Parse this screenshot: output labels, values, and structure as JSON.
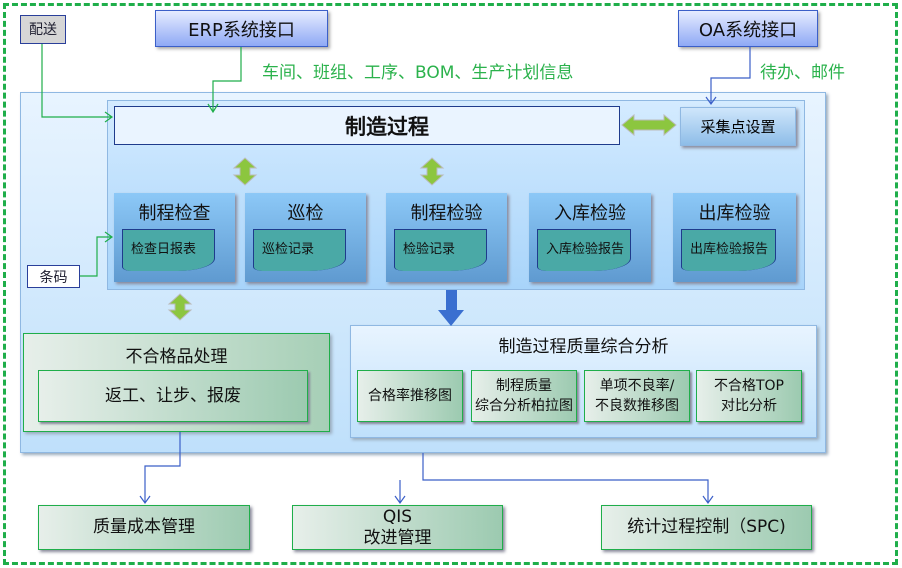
{
  "top": {
    "delivery": "配送",
    "erp": "ERP系统接口",
    "erp_info": "车间、班组、工序、BOM、生产计划信息",
    "oa": "OA系统接口",
    "oa_info": "待办、邮件",
    "barcode": "条码"
  },
  "process": {
    "title": "制造过程",
    "collect": "采集点设置",
    "steps": [
      {
        "title": "制程检查",
        "doc": "检查日报表"
      },
      {
        "title": "巡检",
        "doc": "巡检记录"
      },
      {
        "title": "制程检验",
        "doc": "检验记录"
      },
      {
        "title": "入库检验",
        "doc": "入库检验报告"
      },
      {
        "title": "出库检验",
        "doc": "出库检验报告"
      }
    ]
  },
  "nonconforming": {
    "title": "不合格品处理",
    "actions": "返工、让步、报废"
  },
  "analysis": {
    "title": "制造过程质量综合分析",
    "items": [
      "合格率推移图",
      "制程质量\n综合分析柏拉图",
      "单项不良率/\n不良数推移图",
      "不合格TOP\n对比分析"
    ]
  },
  "bottom": [
    "质量成本管理",
    "QIS\n改进管理",
    "统计过程控制（SPC)"
  ],
  "colors": {
    "green": "#1fae4a",
    "blue": "#3b5fc8"
  }
}
